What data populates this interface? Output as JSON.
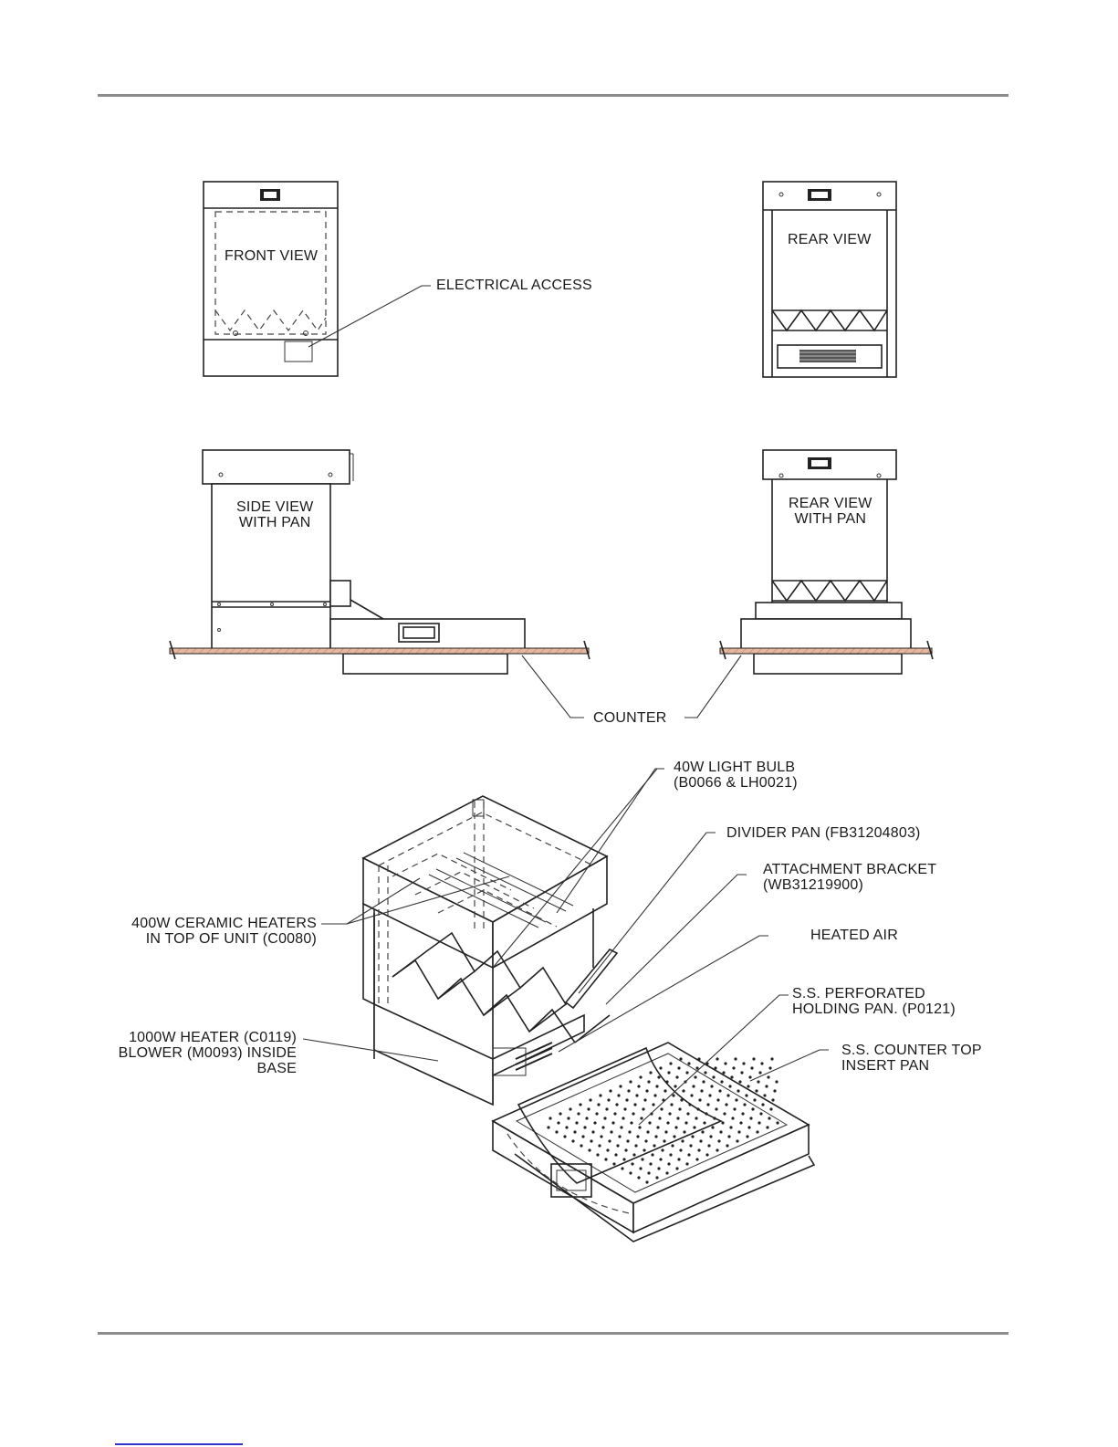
{
  "labels": {
    "front_view": "FRONT VIEW",
    "electrical_access": "ELECTRICAL ACCESS",
    "rear_view": "REAR VIEW",
    "side_view": [
      "SIDE VIEW",
      "WITH PAN"
    ],
    "rear_view_pan": [
      "REAR VIEW",
      "WITH PAN"
    ],
    "counter": "COUNTER",
    "light_bulb": [
      "40W LIGHT BULB",
      "(B0066 & LH0021)"
    ],
    "divider_pan": "DIVIDER PAN (FB31204803)",
    "attachment_bracket": [
      "ATTACHMENT BRACKET",
      "(WB31219900)"
    ],
    "ceramic_heaters": [
      "400W CERAMIC HEATERS",
      "IN TOP OF UNIT (C0080)"
    ],
    "heated_air": "HEATED AIR",
    "perforated_pan": [
      "S.S. PERFORATED",
      "HOLDING PAN. (P0121)"
    ],
    "heater_blower": [
      "1000W HEATER (C0119)",
      "BLOWER (M0093) INSIDE",
      "BASE"
    ],
    "insert_pan": [
      "S.S. COUNTER TOP",
      "INSERT PAN"
    ]
  },
  "colors": {
    "rule": "#8c8c8c",
    "counter_fill": "#d9a48e",
    "line": "#222222"
  }
}
